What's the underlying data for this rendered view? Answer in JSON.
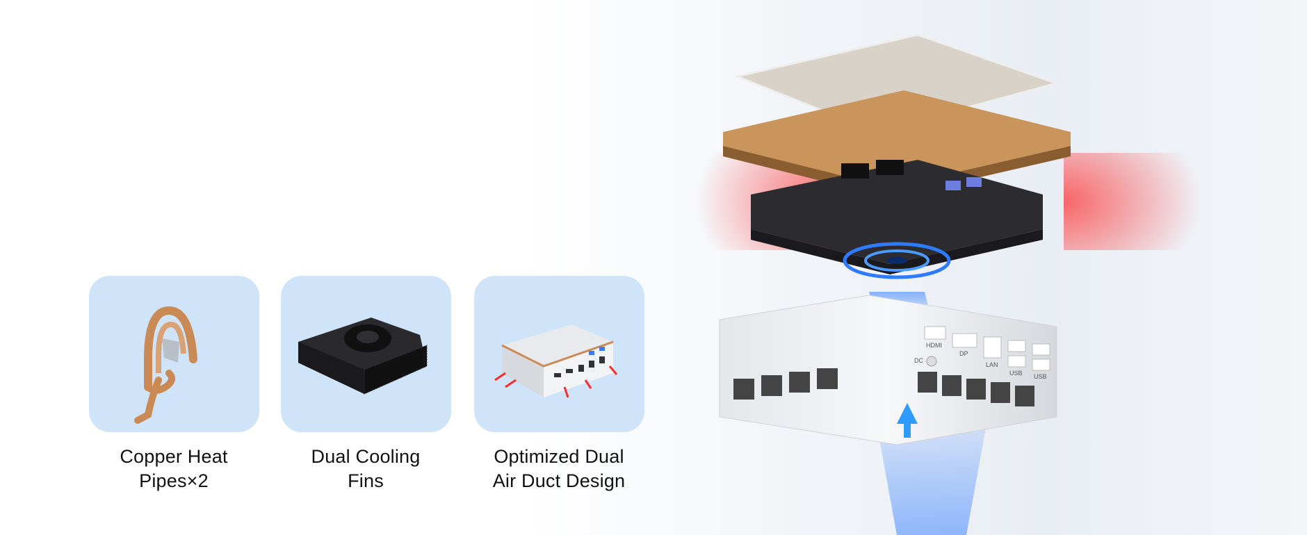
{
  "features": [
    {
      "line1": "Copper Heat",
      "line2": "Pipes×2",
      "icon": "copper-heat-pipe"
    },
    {
      "line1": "Dual Cooling",
      "line2": "Fins",
      "icon": "cooling-fan-fins"
    },
    {
      "line1": "Optimized Dual",
      "line2": "Air Duct Design",
      "icon": "mini-pc-airflow"
    }
  ],
  "device": {
    "ports": {
      "hdmi": "HDMI",
      "dp": "DP",
      "dc": "DC",
      "lan": "LAN",
      "usb1": "USB",
      "usb2": "USB"
    }
  },
  "colors": {
    "card_bg": "#cfe4f8",
    "hot_air": "#ff2a2a",
    "cool_air": "#2f7bff",
    "copper": "#c98a55"
  }
}
